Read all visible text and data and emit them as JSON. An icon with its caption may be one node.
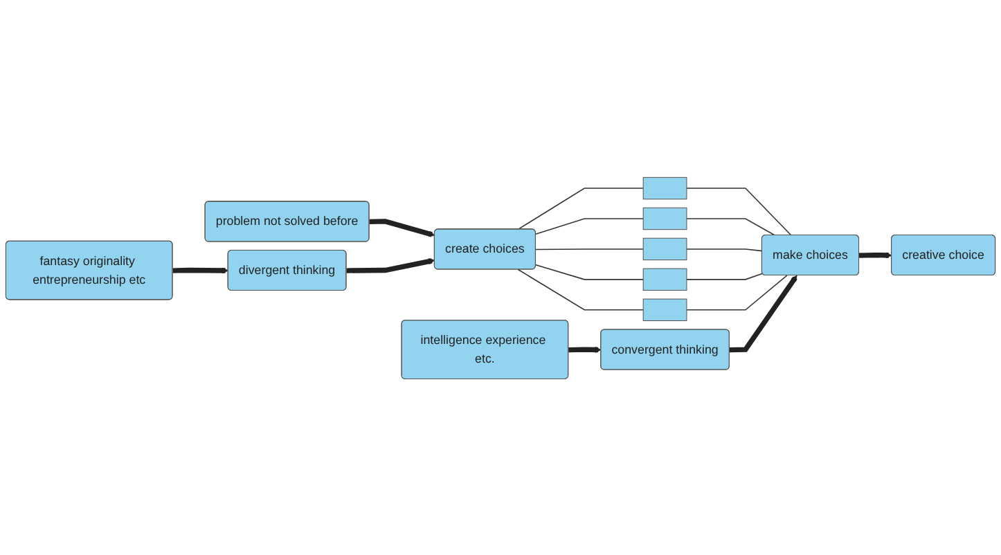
{
  "diagram": {
    "nodes": [
      {
        "text": [
          "problem not solved before"
        ]
      },
      {
        "text": [
          "create choices"
        ]
      },
      {
        "text": [],
        "shape": "box"
      },
      {
        "text": [],
        "shape": "box"
      },
      {
        "text": [],
        "shape": "box"
      },
      {
        "text": [],
        "shape": "box"
      },
      {
        "text": [],
        "shape": "box"
      },
      {
        "text": [
          "make choices"
        ]
      },
      {
        "text": [
          "creative choice"
        ]
      },
      {
        "text": [
          "divergent thinking"
        ]
      },
      {
        "text": [
          "convergent thinking"
        ]
      },
      {
        "text": [
          "fantasy originality entrepreneurship etc"
        ]
      },
      {
        "text": [
          "intelligence experience etc."
        ]
      }
    ],
    "edges": [
      {
        "from": 0,
        "to": 1,
        "arrow": "to",
        "style": "thick"
      },
      {
        "from": 1,
        "to": 2,
        "arrow": "none"
      },
      {
        "from": 1,
        "to": 3,
        "arrow": "none"
      },
      {
        "from": 1,
        "to": 4,
        "arrow": "none"
      },
      {
        "from": 1,
        "to": 5,
        "arrow": "none"
      },
      {
        "from": 1,
        "to": 6,
        "arrow": "none"
      },
      {
        "from": 2,
        "to": 7,
        "arrow": "none"
      },
      {
        "from": 3,
        "to": 7,
        "arrow": "none"
      },
      {
        "from": 4,
        "to": 7,
        "arrow": "none"
      },
      {
        "from": 5,
        "to": 7,
        "arrow": "none"
      },
      {
        "from": 6,
        "to": 7,
        "arrow": "none"
      },
      {
        "from": 7,
        "to": 8,
        "arrow": "to",
        "style": "thick"
      },
      {
        "from": 9,
        "to": 1,
        "arrow": "to",
        "style": "thick"
      },
      {
        "from": 11,
        "to": 9,
        "arrow": "to",
        "style": "thick"
      },
      {
        "from": 10,
        "to": 7,
        "arrow": "to",
        "style": "thick"
      },
      {
        "from": 12,
        "to": 10,
        "arrow": "to",
        "style": "thick"
      }
    ]
  }
}
